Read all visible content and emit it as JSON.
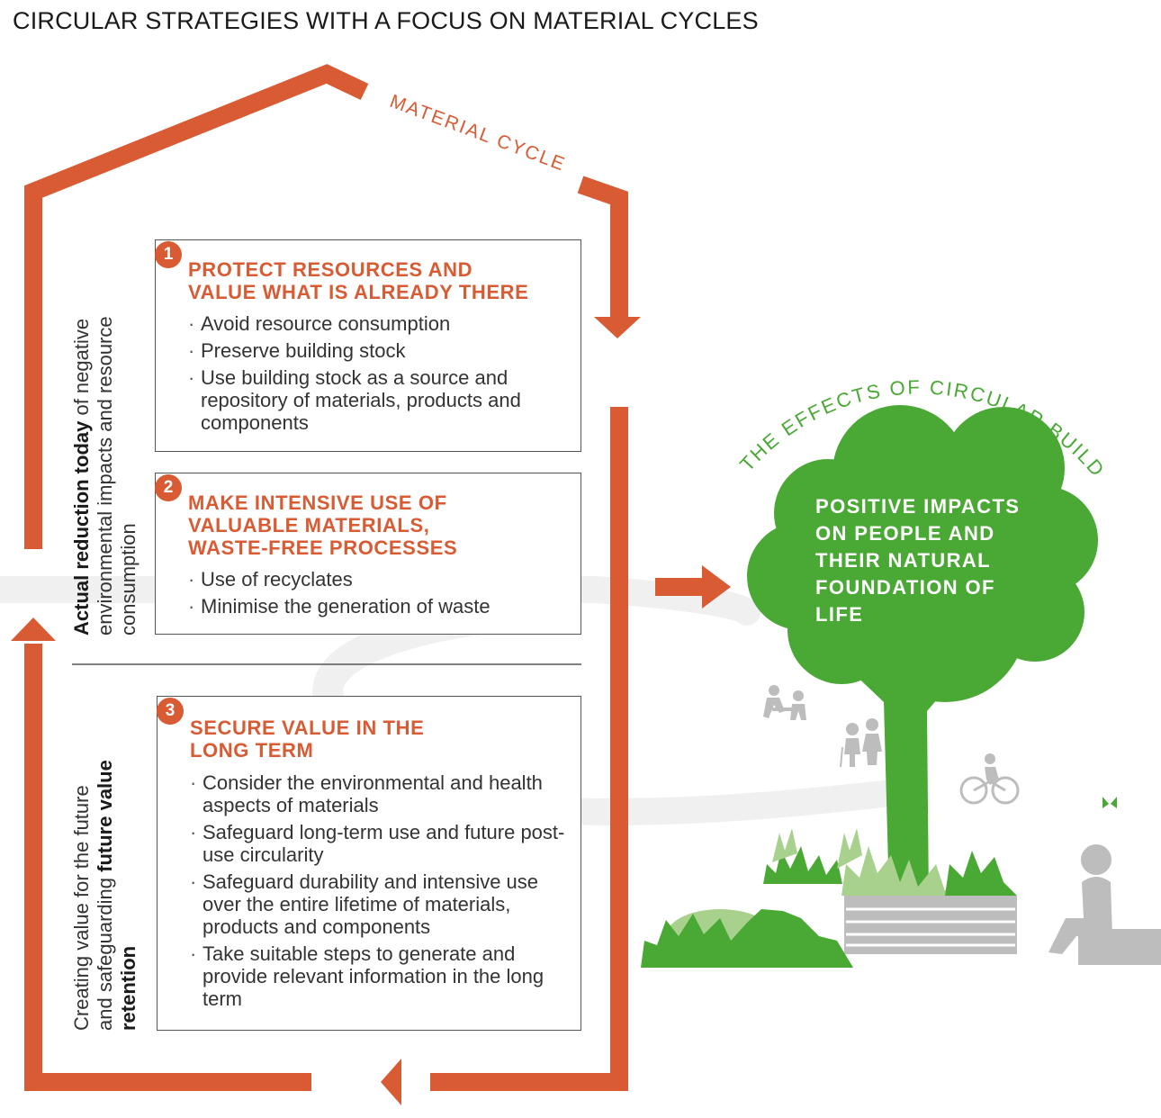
{
  "title": "CIRCULAR STRATEGIES WITH A FOCUS ON MATERIAL CYCLES",
  "cycle_label": "MATERIAL CYCLE",
  "effects_label": "THE EFFECTS OF CIRCULAR BUILDING",
  "tree_text": "POSITIVE IMPACTS\nON PEOPLE AND\nTHEIR NATURAL\nFOUNDATION OF\nLIFE",
  "colors": {
    "accent": "#d95b34",
    "green": "#4aa935",
    "light_green": "#a9d18e",
    "grey": "#bdbdbd"
  },
  "side_labels": {
    "upper": {
      "bold": "Actual reduction today",
      "rest": " of negative",
      "line2": "environmental impacts and resource",
      "line3": "consumption"
    },
    "lower": {
      "line1": "Creating value for the future",
      "line2_plain": "and safeguarding ",
      "line2_bold": "future value",
      "line3_bold": "retention"
    }
  },
  "boxes": [
    {
      "number": "1",
      "title": "PROTECT RESOURCES AND\nVALUE WHAT IS ALREADY THERE",
      "items": [
        "Avoid resource consumption",
        "Preserve building stock",
        "Use building stock as a source and repository of materials, products and components"
      ]
    },
    {
      "number": "2",
      "title": "MAKE INTENSIVE USE OF\nVALUABLE  MATERIALS,\nWASTE-FREE PROCESSES",
      "items": [
        "Use of recyclates",
        "Minimise the generation of waste"
      ]
    },
    {
      "number": "3",
      "title": "SECURE VALUE IN THE\nLONG TERM",
      "items": [
        "Consider the environmental and health aspects of materials",
        "Safeguard long-term use and future post-use circularity",
        "Safeguard durability and intensive use over the entire lifetime of materials, products and components",
        "Take suitable steps to generate and provide relevant information in the long term"
      ]
    }
  ],
  "icons": [
    "people-at-table-icon",
    "elderly-couple-icon",
    "cyclist-icon",
    "butterfly-icon",
    "sitting-person-icon",
    "planter-icon",
    "bush-icon"
  ]
}
